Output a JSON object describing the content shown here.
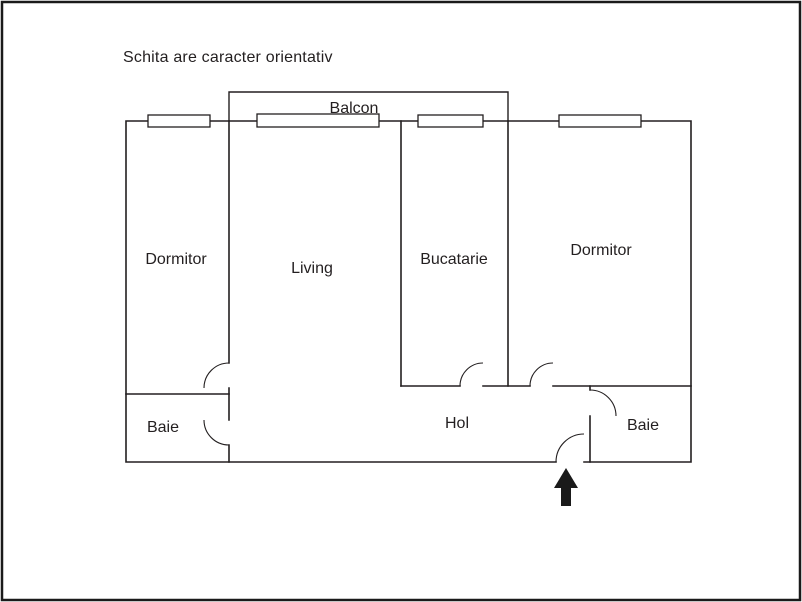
{
  "title": "Schita are caracter orientativ",
  "colors": {
    "ink": "#231f20",
    "background": "#ffffff",
    "frame": "#1a1a1a"
  },
  "rooms": {
    "balcon": {
      "label": "Balcon"
    },
    "dormitor_left": {
      "label": "Dormitor"
    },
    "living": {
      "label": "Living"
    },
    "bucatarie": {
      "label": "Bucatarie"
    },
    "dormitor_right": {
      "label": "Dormitor"
    },
    "baie_left": {
      "label": "Baie"
    },
    "hol": {
      "label": "Hol"
    },
    "baie_right": {
      "label": "Baie"
    }
  }
}
